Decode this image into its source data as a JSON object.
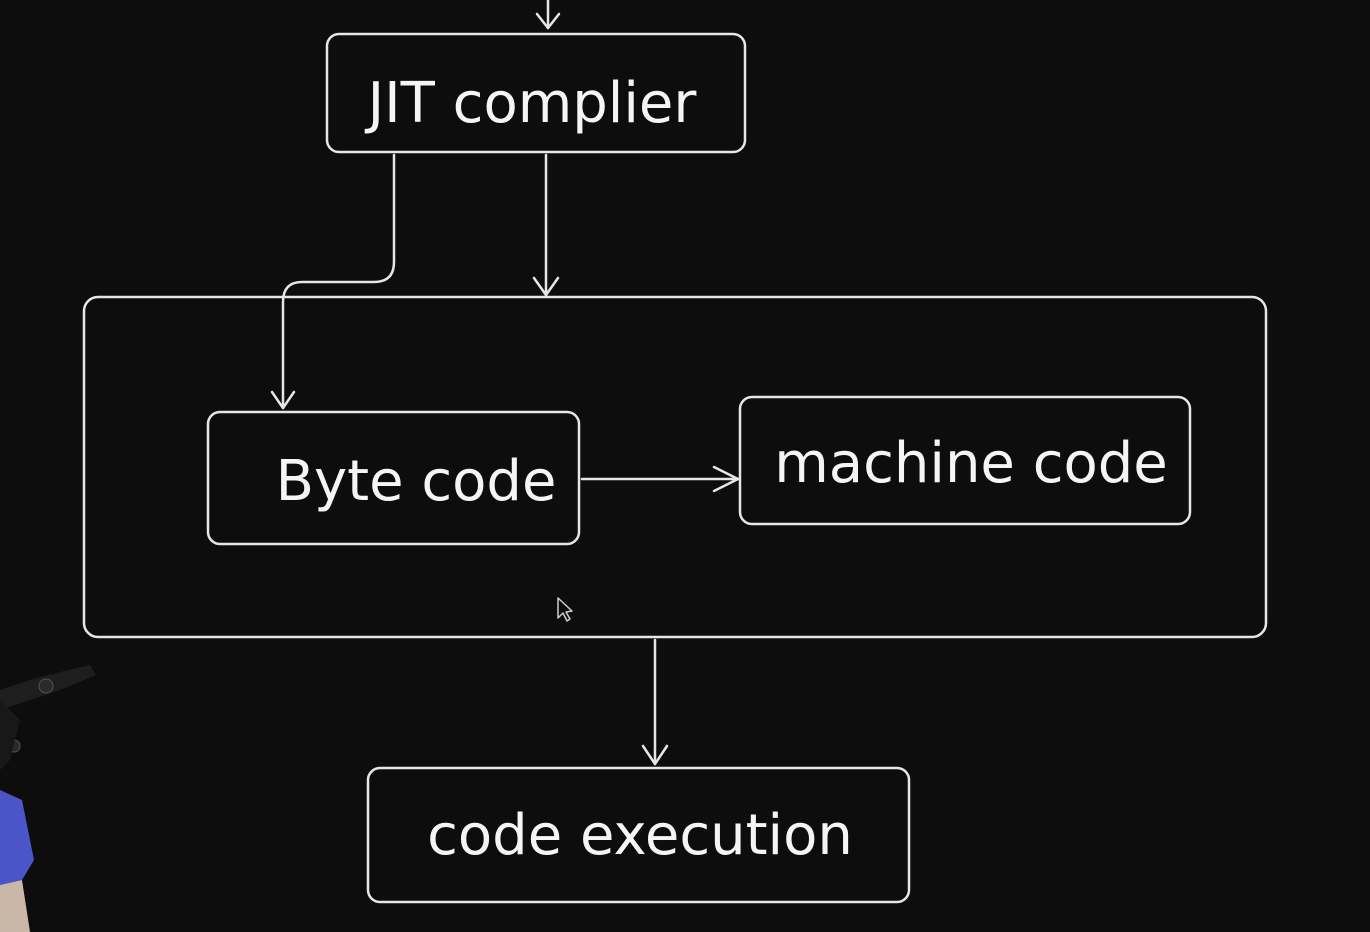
{
  "diagram": {
    "nodes": {
      "jit": {
        "label": "JIT complier"
      },
      "bytecode": {
        "label": "Byte code"
      },
      "machine": {
        "label": "machine code"
      },
      "execution": {
        "label": "code execution"
      }
    }
  }
}
